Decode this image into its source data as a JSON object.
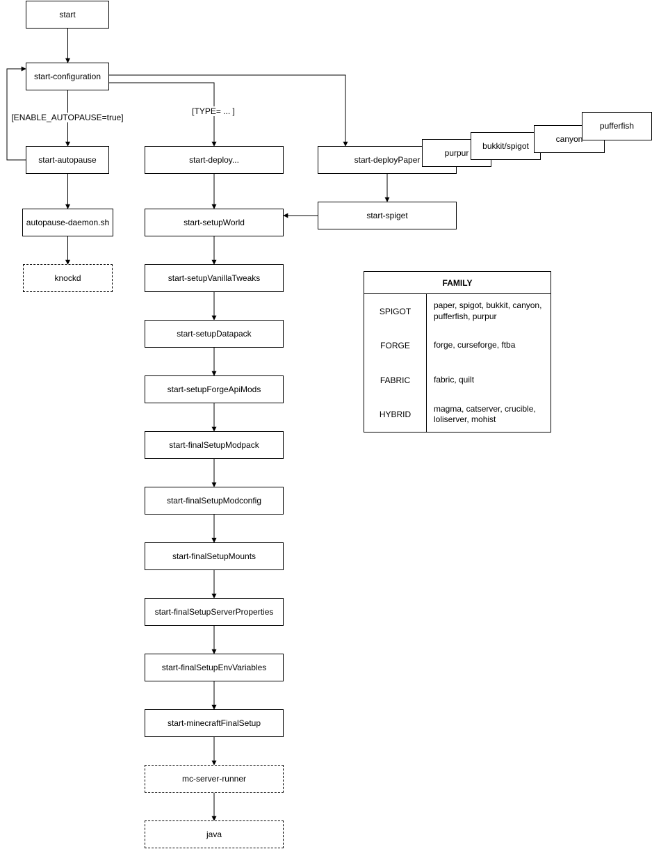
{
  "diagram": {
    "nodes": {
      "start": {
        "label": "start"
      },
      "start_configuration": {
        "label": "start-configuration"
      },
      "start_autopause": {
        "label": "start-autopause"
      },
      "autopause_daemon": {
        "label": "autopause-daemon.sh"
      },
      "knockd": {
        "label": "knockd"
      },
      "start_deploy": {
        "label": "start-deploy..."
      },
      "start_setupWorld": {
        "label": "start-setupWorld"
      },
      "start_setupVanillaTweaks": {
        "label": "start-setupVanillaTweaks"
      },
      "start_setupDatapack": {
        "label": "start-setupDatapack"
      },
      "start_setupForgeApiMods": {
        "label": "start-setupForgeApiMods"
      },
      "start_finalSetupModpack": {
        "label": "start-finalSetupModpack"
      },
      "start_finalSetupModconfig": {
        "label": "start-finalSetupModconfig"
      },
      "start_finalSetupMounts": {
        "label": "start-finalSetupMounts"
      },
      "start_finalSetupServerProperties": {
        "label": "start-finalSetupServerProperties"
      },
      "start_finalSetupEnvVariables": {
        "label": "start-finalSetupEnvVariables"
      },
      "start_minecraftFinalSetup": {
        "label": "start-minecraftFinalSetup"
      },
      "mc_server_runner": {
        "label": "mc-server-runner"
      },
      "java": {
        "label": "java"
      },
      "start_deployPaper": {
        "label": "start-deployPaper"
      },
      "purpur": {
        "label": "purpur"
      },
      "bukkit_spigot": {
        "label": "bukkit/spigot"
      },
      "canyon": {
        "label": "canyon"
      },
      "pufferfish": {
        "label": "pufferfish"
      },
      "start_spiget": {
        "label": "start-spiget"
      }
    },
    "edge_labels": {
      "enable_autopause": "[ENABLE_AUTOPAUSE=true]",
      "type": "[TYPE= ... ]"
    }
  },
  "family_table": {
    "title": "FAMILY",
    "rows": [
      {
        "family": "SPIGOT",
        "members": "paper, spigot, bukkit, canyon, pufferfish, purpur"
      },
      {
        "family": "FORGE",
        "members": "forge, curseforge, ftba"
      },
      {
        "family": "FABRIC",
        "members": "fabric, quilt"
      },
      {
        "family": "HYBRID",
        "members": "magma, catserver, crucible, loliserver, mohist"
      }
    ]
  },
  "colors": {
    "stroke": "#000000",
    "fill": "#ffffff",
    "text": "#000000"
  }
}
